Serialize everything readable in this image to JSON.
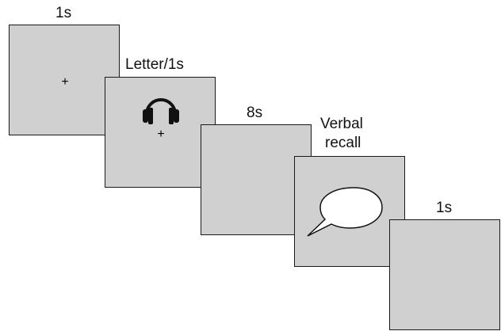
{
  "steps": [
    {
      "label": "1s",
      "fixation": "+"
    },
    {
      "label": "Letter/1s",
      "fixation": "+",
      "icon": "headphones-icon"
    },
    {
      "label": "8s"
    },
    {
      "label_line1": "Verbal",
      "label_line2": "recall",
      "icon": "speech-bubble-icon"
    },
    {
      "label": "1s"
    }
  ],
  "colors": {
    "panel": "#d0d0d0",
    "border": "#1a1a1a",
    "icon": "#111111"
  }
}
